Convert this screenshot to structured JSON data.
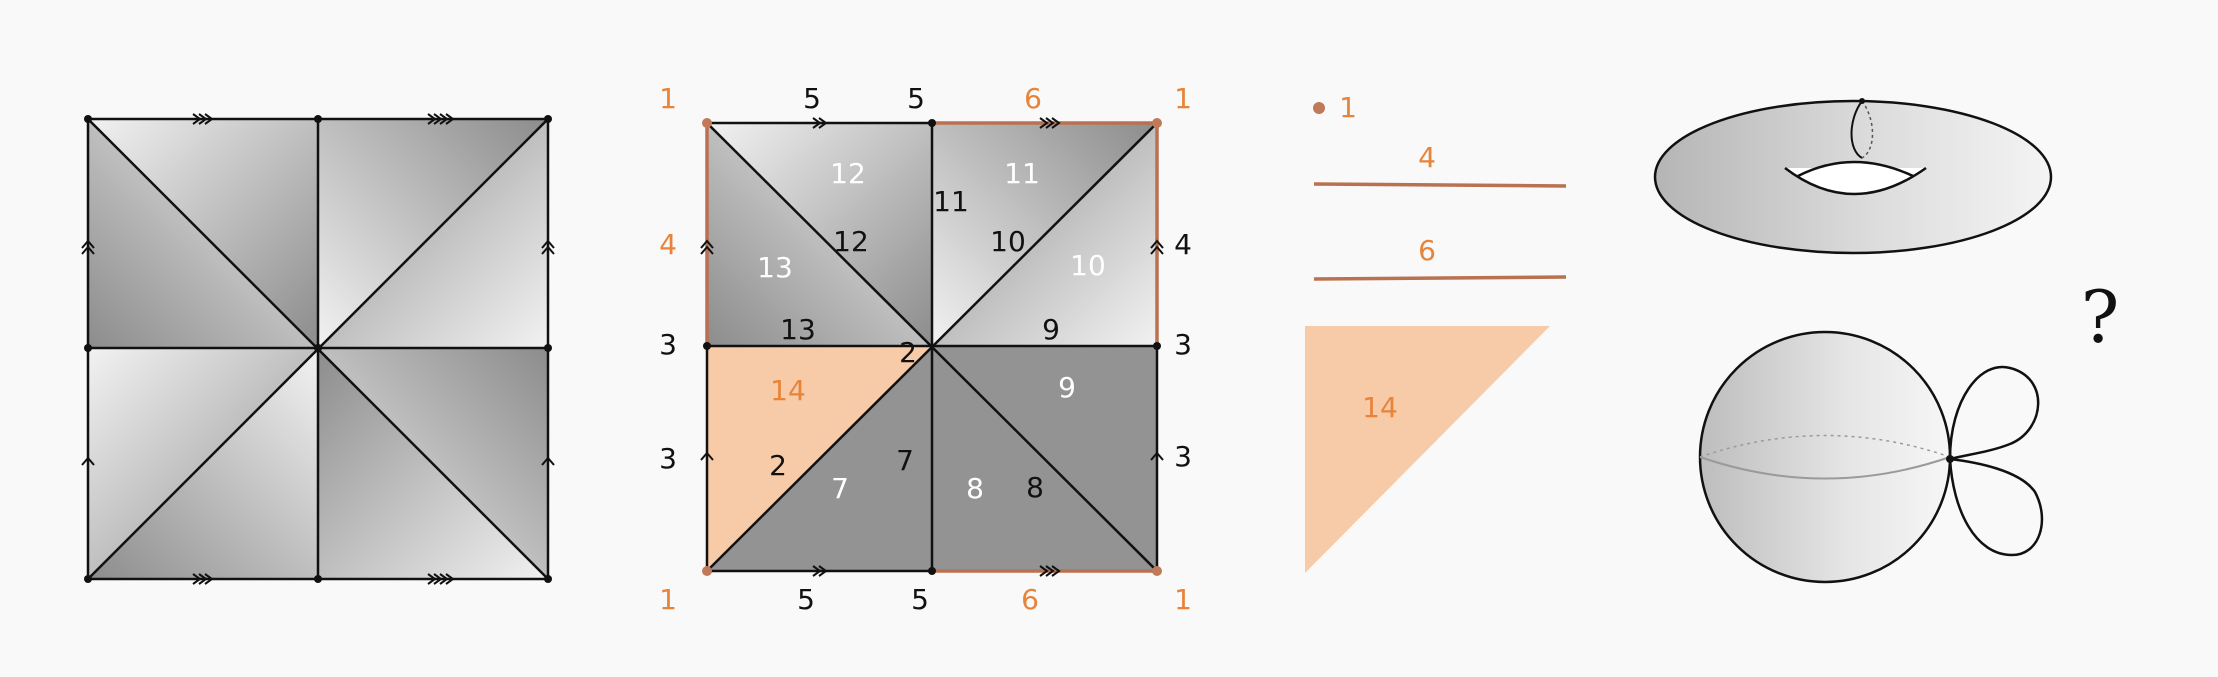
{
  "colors": {
    "orange_text": "#e8833a",
    "orange_edge": "#b9714f",
    "peach_fill": "#f7cba8",
    "white_text": "#ffffff",
    "black_text": "#111111",
    "background": "#f9f9f9"
  },
  "middle": {
    "corner_top_left": "1",
    "top_mid_left": "5",
    "top_mid_right": "5",
    "top_right_orange": "6",
    "corner_top_right": "1",
    "left_upper": "4",
    "right_upper": "4",
    "left_mid": "3",
    "right_mid": "3",
    "left_lower": "3",
    "right_lower": "3",
    "corner_bottom_left": "1",
    "bottom_mid_left": "5",
    "bottom_mid_right": "5",
    "bottom_right_orange": "6",
    "corner_bottom_right": "1",
    "t12_white": "12",
    "t12_black": "12",
    "t13_white": "13",
    "t13_black": "13",
    "t11_white": "11",
    "t11_black": "11",
    "t10_white": "10",
    "t10_black": "10",
    "t9_black": "9",
    "t9_white": "9",
    "center_2": "2",
    "t2_black": "2",
    "t14_orange": "14",
    "t7_white": "7",
    "t7_black": "7",
    "t8_white": "8",
    "t8_black": "8"
  },
  "pieces": {
    "vertex_label": "1",
    "edge4_label": "4",
    "edge6_label": "6",
    "triangle14_label": "14"
  },
  "question": "?"
}
